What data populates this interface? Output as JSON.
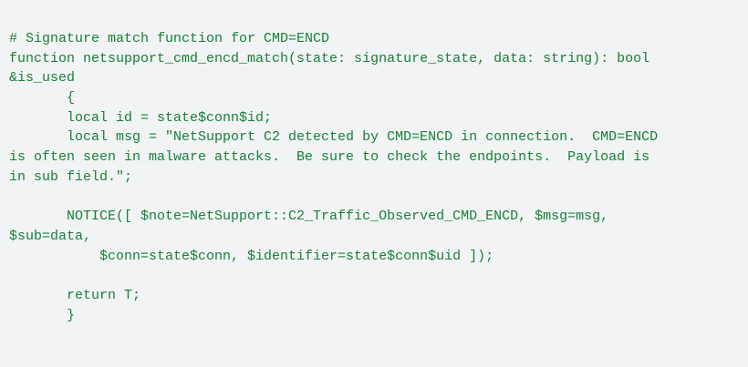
{
  "code": {
    "lines": [
      "# Signature match function for CMD=ENCD",
      "function netsupport_cmd_encd_match(state: signature_state, data: string): bool",
      "&is_used",
      "       {",
      "       local id = state$conn$id;",
      "       local msg = \"NetSupport C2 detected by CMD=ENCD in connection.  CMD=ENCD",
      "is often seen in malware attacks.  Be sure to check the endpoints.  Payload is",
      "in sub field.\";",
      "",
      "       NOTICE([ $note=NetSupport::C2_Traffic_Observed_CMD_ENCD, $msg=msg,",
      "$sub=data,",
      "           $conn=state$conn, $identifier=state$conn$uid ]);",
      "",
      "       return T;",
      "       }"
    ]
  }
}
